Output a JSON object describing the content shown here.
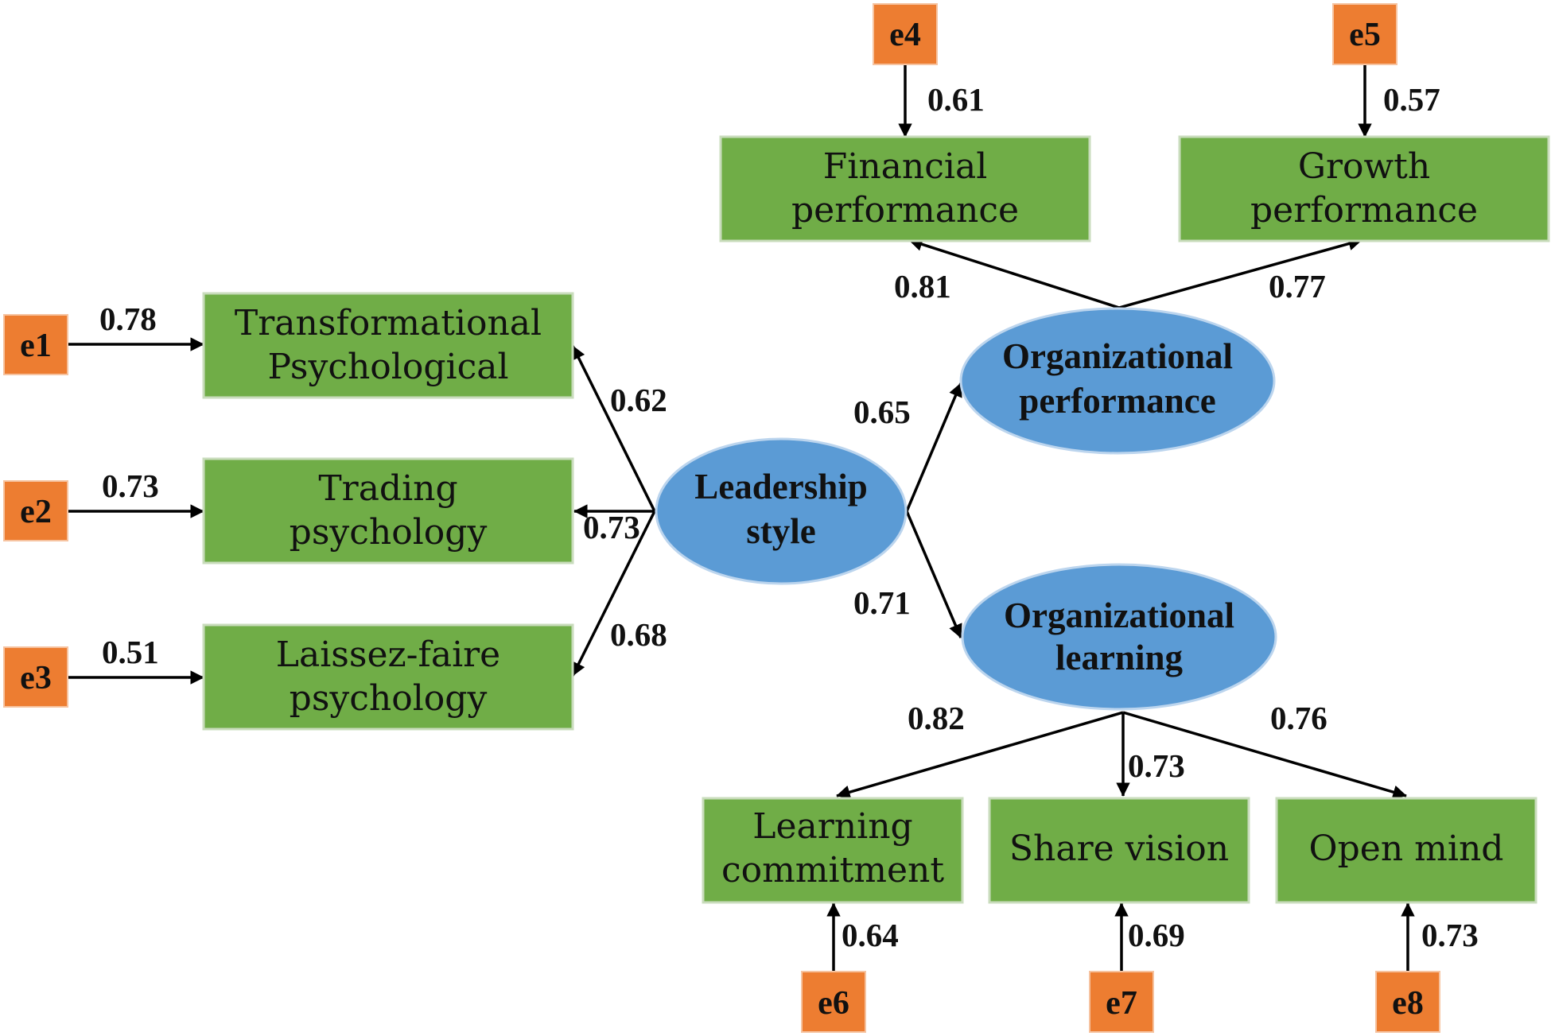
{
  "latent": {
    "leadership": [
      "Leadership",
      "style"
    ],
    "performance": [
      "Organizational",
      "performance"
    ],
    "learning": [
      "Organizational",
      "learning"
    ]
  },
  "observed": {
    "transformational": [
      "Transformational",
      "Psychological"
    ],
    "trading": [
      "Trading",
      "psychology"
    ],
    "laissez": [
      "Laissez-faire",
      "psychology"
    ],
    "financial": [
      "Financial",
      "performance"
    ],
    "growth": [
      "Growth",
      "performance"
    ],
    "commitment": [
      "Learning",
      "commitment"
    ],
    "vision": [
      "Share vision"
    ],
    "openmind": [
      "Open mind"
    ]
  },
  "errors": [
    "e1",
    "e2",
    "e3",
    "e4",
    "e5",
    "e6",
    "e7",
    "e8"
  ],
  "coefficients": {
    "e1": "0.78",
    "e2": "0.73",
    "e3": "0.51",
    "e4": "0.61",
    "e5": "0.57",
    "e6": "0.64",
    "e7": "0.69",
    "e8": "0.73",
    "leadership_transformational": "0.62",
    "leadership_trading": "0.73",
    "leadership_laissez": "0.68",
    "leadership_performance": "0.65",
    "leadership_learning": "0.71",
    "performance_financial": "0.81",
    "performance_growth": "0.77",
    "learning_commitment": "0.82",
    "learning_vision": "0.73",
    "learning_openmind": "0.76"
  },
  "colors": {
    "observed_fill": "#70ad47",
    "error_fill": "#ed7d31",
    "latent_fill": "#5b9bd5",
    "arrow": "#000000"
  }
}
